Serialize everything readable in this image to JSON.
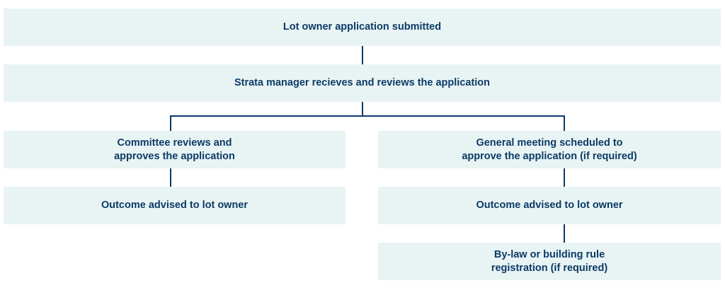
{
  "flowchart": {
    "submitted": [
      "Lot owner application submitted"
    ],
    "manager_review": [
      "Strata manager recieves and reviews the application"
    ],
    "committee_review": [
      "Committee reviews and",
      "approves the application"
    ],
    "general_meeting": [
      "General meeting scheduled to",
      "approve the application (if required)"
    ],
    "outcome_left": [
      "Outcome advised to lot owner"
    ],
    "outcome_right": [
      "Outcome advised to lot owner"
    ],
    "registration": [
      "By-law or building rule",
      "registration (if required)"
    ]
  },
  "colors": {
    "box_fill": "#e8f4f4",
    "text_and_lines": "#0c3a66"
  }
}
